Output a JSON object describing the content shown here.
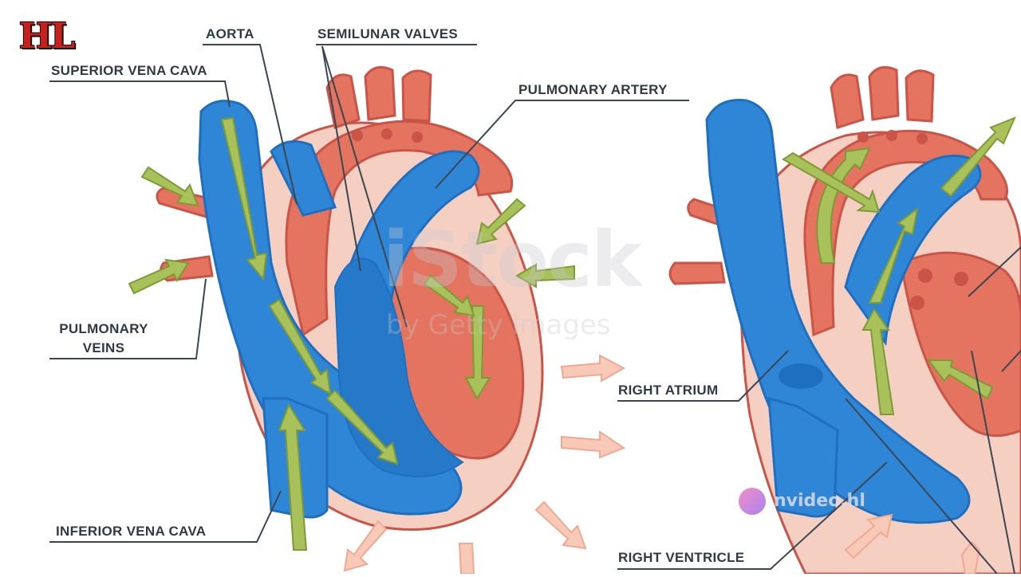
{
  "logo": {
    "text": "HL"
  },
  "labels": {
    "aorta": "AORTA",
    "semilunar_valves": "SEMILUNAR VALVES",
    "superior_vena_cava": "SUPERIOR VENA CAVA",
    "pulmonary_artery": "PULMONARY ARTERY",
    "pulmonary_veins_line1": "PULMONARY",
    "pulmonary_veins_line2": "VEINS",
    "inferior_vena_cava": "INFERIOR VENA CAVA",
    "right_atrium": "RIGHT ATRIUM",
    "right_ventricle": "RIGHT VENTRICLE"
  },
  "watermarks": {
    "main": "iStock",
    "sub": "by Getty Images",
    "badge": "nvideo.hl"
  },
  "colors": {
    "blue_blood": "#2f86d6",
    "blue_dark": "#1f6fc0",
    "red_blood": "#e4735f",
    "red_dark": "#c95447",
    "tissue": "#f6cfc3",
    "arrow_green": "#a9c15a",
    "arrow_green_dark": "#7e9a35",
    "arrow_out": "#f9c9b8",
    "leader_line": "#3a4651",
    "logo_red": "#c8201c"
  }
}
